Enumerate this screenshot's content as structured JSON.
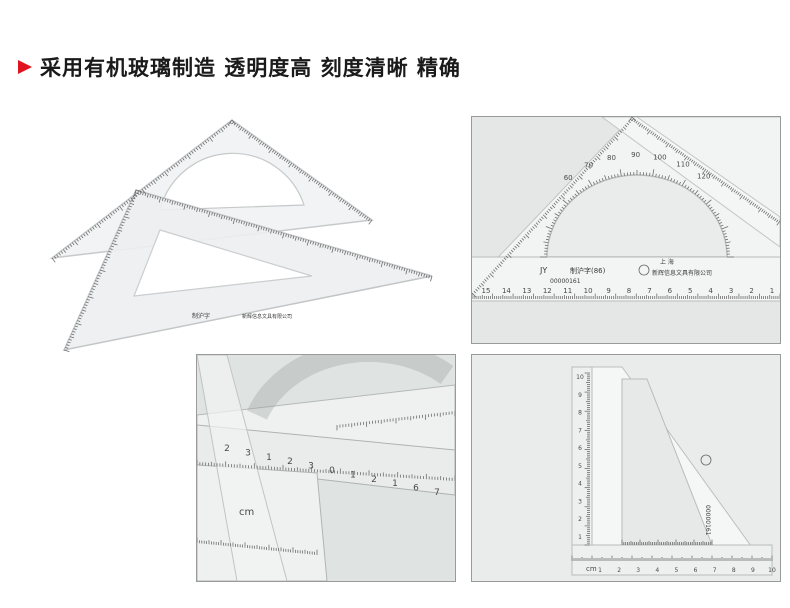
{
  "headline": {
    "text": "采用有机玻璃制造 透明度高 刻度清晰 精确",
    "arrow_color": "#e0141e"
  },
  "photo2": {
    "brand": "JY",
    "product_name": "制沪字(86)",
    "code": "00000161",
    "maker": "新辉信息文具有限公司",
    "city": "上 海",
    "scale_numbers": [
      "15",
      "14",
      "13",
      "12",
      "11",
      "10",
      "9",
      "8",
      "7",
      "6",
      "5",
      "4",
      "3",
      "2",
      "1"
    ],
    "arc_numbers": [
      "60",
      "70",
      "80",
      "90",
      "100",
      "110",
      "120"
    ]
  },
  "photo3": {
    "unit_label": "cm",
    "numbers": [
      "2",
      "3",
      "1",
      "2",
      "3",
      "0",
      "1",
      "2",
      "1",
      "6",
      "7"
    ]
  },
  "photo4": {
    "unit_label": "cm",
    "bottom_numbers": [
      "1",
      "2",
      "3",
      "4",
      "5",
      "6",
      "7",
      "8",
      "9",
      "10"
    ],
    "side_numbers": [
      "10",
      "9",
      "8",
      "7",
      "6",
      "5",
      "4",
      "3",
      "2",
      "1"
    ],
    "print_code": "00000161"
  }
}
